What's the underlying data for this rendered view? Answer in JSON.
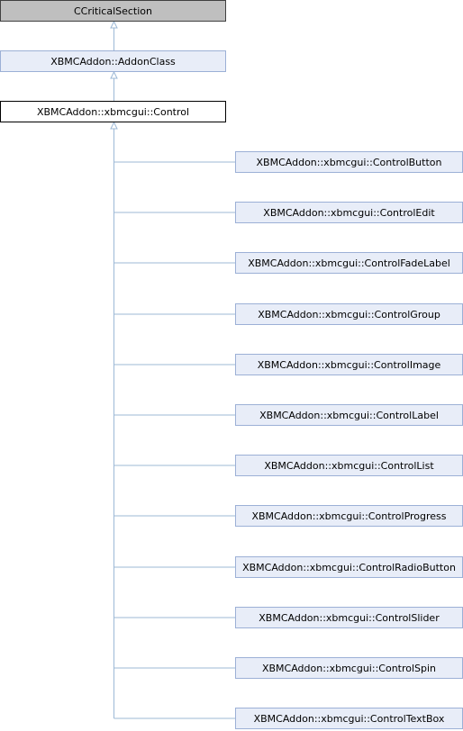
{
  "diagram": {
    "root": "CCriticalSection",
    "parent": "XBMCAddon::AddonClass",
    "current": "XBMCAddon::xbmcgui::Control",
    "children": [
      "XBMCAddon::xbmcgui::ControlButton",
      "XBMCAddon::xbmcgui::ControlEdit",
      "XBMCAddon::xbmcgui::ControlFadeLabel",
      "XBMCAddon::xbmcgui::ControlGroup",
      "XBMCAddon::xbmcgui::ControlImage",
      "XBMCAddon::xbmcgui::ControlLabel",
      "XBMCAddon::xbmcgui::ControlList",
      "XBMCAddon::xbmcgui::ControlProgress",
      "XBMCAddon::xbmcgui::ControlRadioButton",
      "XBMCAddon::xbmcgui::ControlSlider",
      "XBMCAddon::xbmcgui::ControlSpin",
      "XBMCAddon::xbmcgui::ControlTextBox"
    ],
    "colors": {
      "edge": "#9cb8d6",
      "root_fill": "#bfbfbf",
      "class_fill": "#e8edf8",
      "class_border": "#9cb0d6",
      "current_border": "#000000"
    }
  }
}
